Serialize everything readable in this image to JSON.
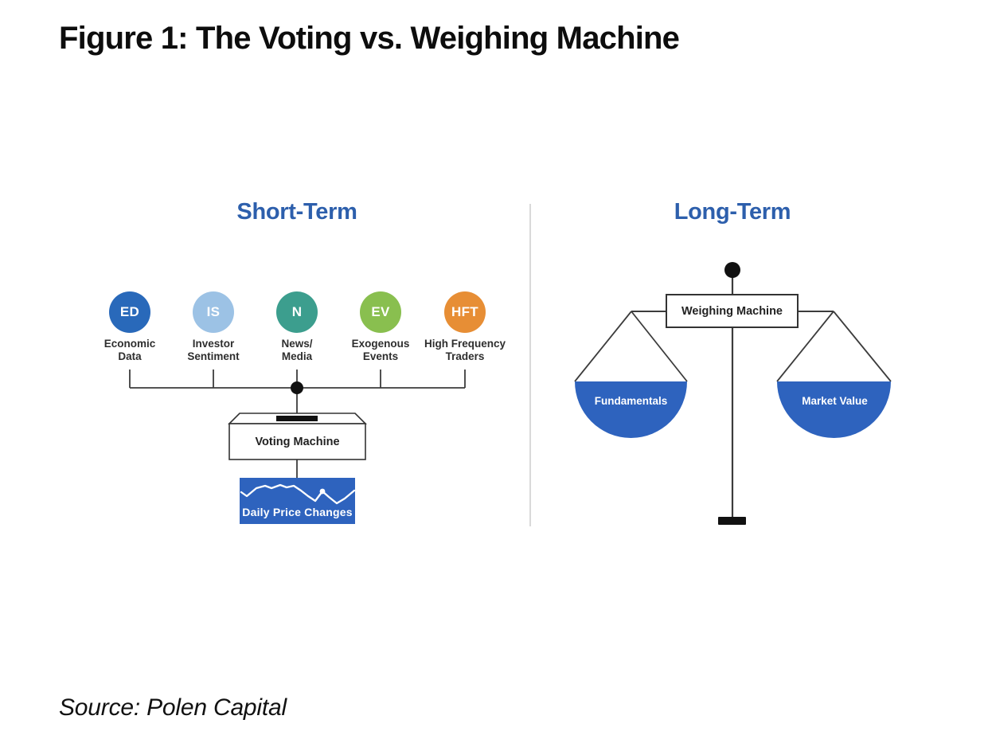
{
  "figure": {
    "title": "Figure 1: The Voting vs. Weighing Machine",
    "source": "Source: Polen Capital"
  },
  "colors": {
    "heading_blue": "#2D5FAC",
    "diagram_blue": "#2E63BE",
    "line_dark": "#3C3C3C"
  },
  "short_term": {
    "heading": "Short-Term",
    "factors": [
      {
        "abbr": "ED",
        "label_line1": "Economic",
        "label_line2": "Data",
        "color": "#2969BA"
      },
      {
        "abbr": "IS",
        "label_line1": "Investor",
        "label_line2": "Sentiment",
        "color": "#9CC2E5"
      },
      {
        "abbr": "N",
        "label_line1": "News/",
        "label_line2": "Media",
        "color": "#3C9E8E"
      },
      {
        "abbr": "EV",
        "label_line1": "Exogenous",
        "label_line2": "Events",
        "color": "#89BF4F"
      },
      {
        "abbr": "HFT",
        "label_line1": "High Frequency",
        "label_line2": "Traders",
        "color": "#E78E35"
      }
    ],
    "voting_machine_label": "Voting Machine",
    "price_box_label": "Daily Price Changes"
  },
  "long_term": {
    "heading": "Long-Term",
    "weighing_machine_label": "Weighing Machine",
    "left_pan_label": "Fundamentals",
    "right_pan_label": "Market Value"
  }
}
